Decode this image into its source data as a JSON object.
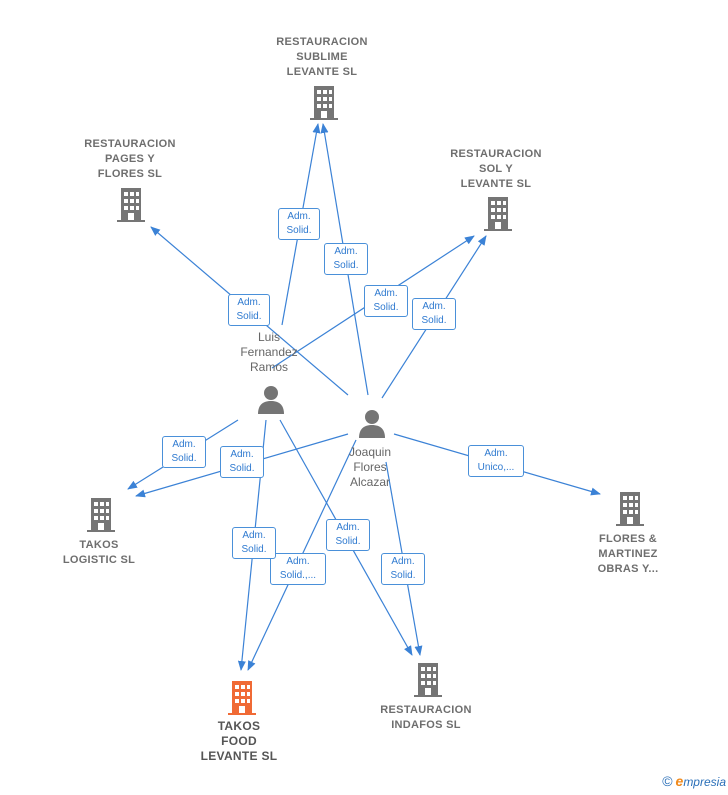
{
  "companies": {
    "sublime": {
      "name": "RESTAURACION\nSUBLIME\nLEVANTE  SL"
    },
    "pages": {
      "name": "RESTAURACION\nPAGES Y\nFLORES SL"
    },
    "sol": {
      "name": "RESTAURACION\nSOL Y\nLEVANTE  SL"
    },
    "logistic": {
      "name": "TAKOS\nLOGISTIC  SL"
    },
    "flores": {
      "name": "FLORES &\nMARTINEZ\nOBRAS Y..."
    },
    "takos_food": {
      "name": "TAKOS\nFOOD\nLEVANTE  SL"
    },
    "indafos": {
      "name": "RESTAURACION\nINDAFOS  SL"
    }
  },
  "people": {
    "luis": {
      "name": "Luis\nFernandez\nRamos"
    },
    "joaquin": {
      "name": "Joaquin\nFlores\nAlcazar"
    }
  },
  "relations": [
    {
      "label": "Adm.\nSolid."
    },
    {
      "label": "Adm.\nSolid."
    },
    {
      "label": "Adm.\nSolid."
    },
    {
      "label": "Adm.\nSolid."
    },
    {
      "label": "Adm.\nSolid."
    },
    {
      "label": "Adm.\nSolid."
    },
    {
      "label": "Adm.\nSolid."
    },
    {
      "label": "Adm.\nUnico,..."
    },
    {
      "label": "Adm.\nSolid."
    },
    {
      "label": "Adm.\nSolid.,..."
    },
    {
      "label": "Adm.\nSolid."
    },
    {
      "label": "Adm.\nSolid."
    }
  ],
  "colors": {
    "edge": "#3b82d6",
    "company": "#757575",
    "focus_company": "#f06a35",
    "person": "#757575"
  },
  "brand": {
    "symbol": "©",
    "initial": "e",
    "name": "mpresia"
  }
}
